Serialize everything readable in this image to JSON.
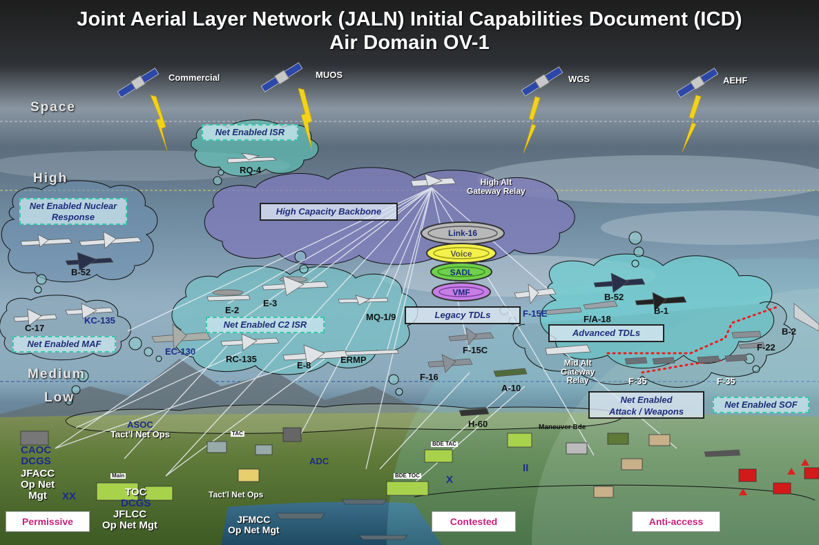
{
  "title": {
    "line1": "Joint Aerial Layer Network (JALN) Initial Capabilities Document (ICD)",
    "line2": "Air Domain OV-1"
  },
  "altitudes": {
    "space": "Space",
    "high": "High",
    "medium": "Medium",
    "low": "Low"
  },
  "satellites": {
    "commercial": "Commercial",
    "muos": "MUOS",
    "wgs": "WGS",
    "aehf": "AEHF"
  },
  "net_enabled": {
    "isr": "Net Enabled ISR",
    "nuclear_line1": "Net Enabled Nuclear",
    "nuclear_line2": "Response",
    "maf": "Net Enabled MAF",
    "c2isr": "Net Enabled C2 ISR",
    "sof": "Net Enabled SOF"
  },
  "boxes": {
    "backbone": "High Capacity Backbone",
    "legacy": "Legacy TDLs",
    "advanced": "Advanced TDLs",
    "attack_line1": "Net Enabled",
    "attack_line2": "Attack / Weapons"
  },
  "rings": {
    "link16": "Link-16",
    "voice": "Voice",
    "sadl": "SADL",
    "vmf": "VMF"
  },
  "gateways": {
    "high_line1": "High Alt",
    "high_line2": "Gateway Relay",
    "mid_line1": "Mid Alt",
    "mid_line2": "Gateway",
    "mid_line3": "Relay"
  },
  "aircraft": {
    "rq4": "RQ-4",
    "b52_left": "B-52",
    "c17": "C-17",
    "kc135": "KC-135",
    "e2": "E-2",
    "e3": "E-3",
    "mq19": "MQ-1/9",
    "ec130": "EC-130",
    "rc135": "RC-135",
    "e8": "E-8",
    "ermp": "ERMP",
    "f16": "F-16",
    "f15c": "F-15C",
    "f15e": "F-15E",
    "a10": "A-10",
    "b52_right": "B-52",
    "fa18": "F/A-18",
    "b1": "B-1",
    "b2": "B-2",
    "f22": "F-22",
    "f35a": "F-35",
    "f35b": "F-35",
    "h60": "H-60"
  },
  "ground": {
    "asoc_line1": "ASOC",
    "asoc_line2": "Tact'l Net Ops",
    "caoc_line1": "CAOC",
    "caoc_line2": "DCGS",
    "jfacc_line1": "JFACC",
    "jfacc_line2": "Op Net",
    "jfacc_line3": "Mgt",
    "xx": "XX",
    "toc_line1": "TOC",
    "toc_line2": "DCGS",
    "jflcc_line1": "JFLCC",
    "jflcc_line2": "Op Net Mgt",
    "tactl_net_ops": "Tact'l Net Ops",
    "adc": "ADC",
    "x": "X",
    "ii": "II",
    "maneuver_bde": "Maneuver Bde",
    "jfmcc_line1": "JFMCC",
    "jfmcc_line2": "Op Net Mgt",
    "main_tag": "Main",
    "bde_tac": "BDE TAC",
    "bde_toc": "BDE TOC",
    "tac": "TAC"
  },
  "zones": {
    "permissive": "Permissive",
    "contested": "Contested",
    "anti_access": "Anti-access"
  },
  "colors": {
    "lightning": "#f2d21b",
    "f35_datalink": "#e81e1e",
    "zone_text": "#c8207c",
    "net_enabled_border": "#36c7a8"
  }
}
